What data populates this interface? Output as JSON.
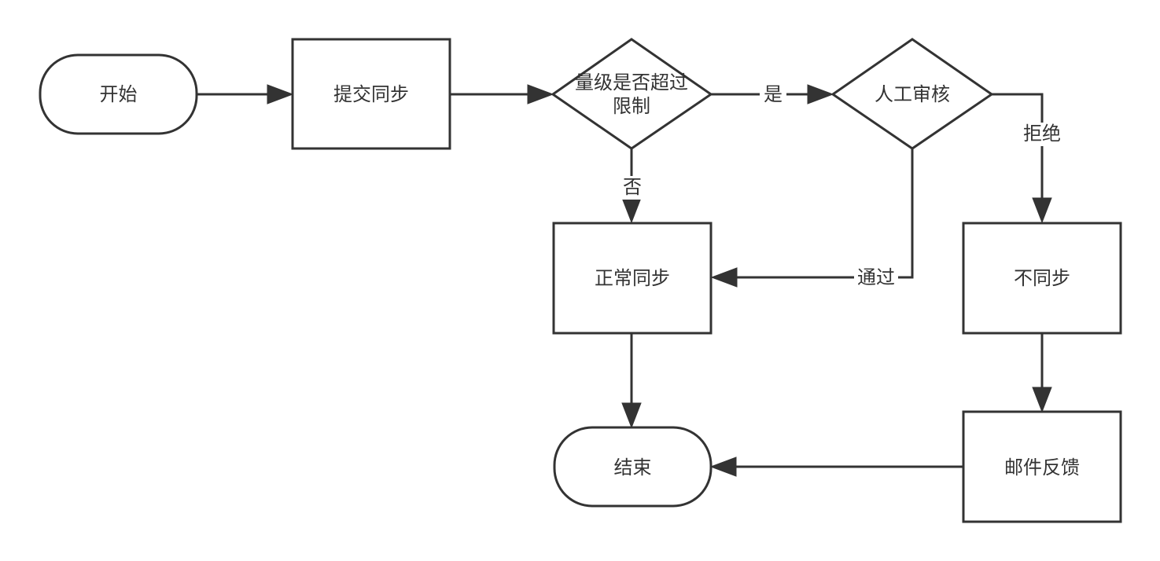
{
  "nodes": {
    "start": "开始",
    "submit_sync": "提交同步",
    "volume_check_line1": "量级是否超过",
    "volume_check_line2": "限制",
    "manual_review": "人工审核",
    "normal_sync": "正常同步",
    "no_sync": "不同步",
    "email_feedback": "邮件反馈",
    "end": "结束"
  },
  "edges": {
    "yes": "是",
    "no": "否",
    "approve": "通过",
    "reject": "拒绝"
  }
}
